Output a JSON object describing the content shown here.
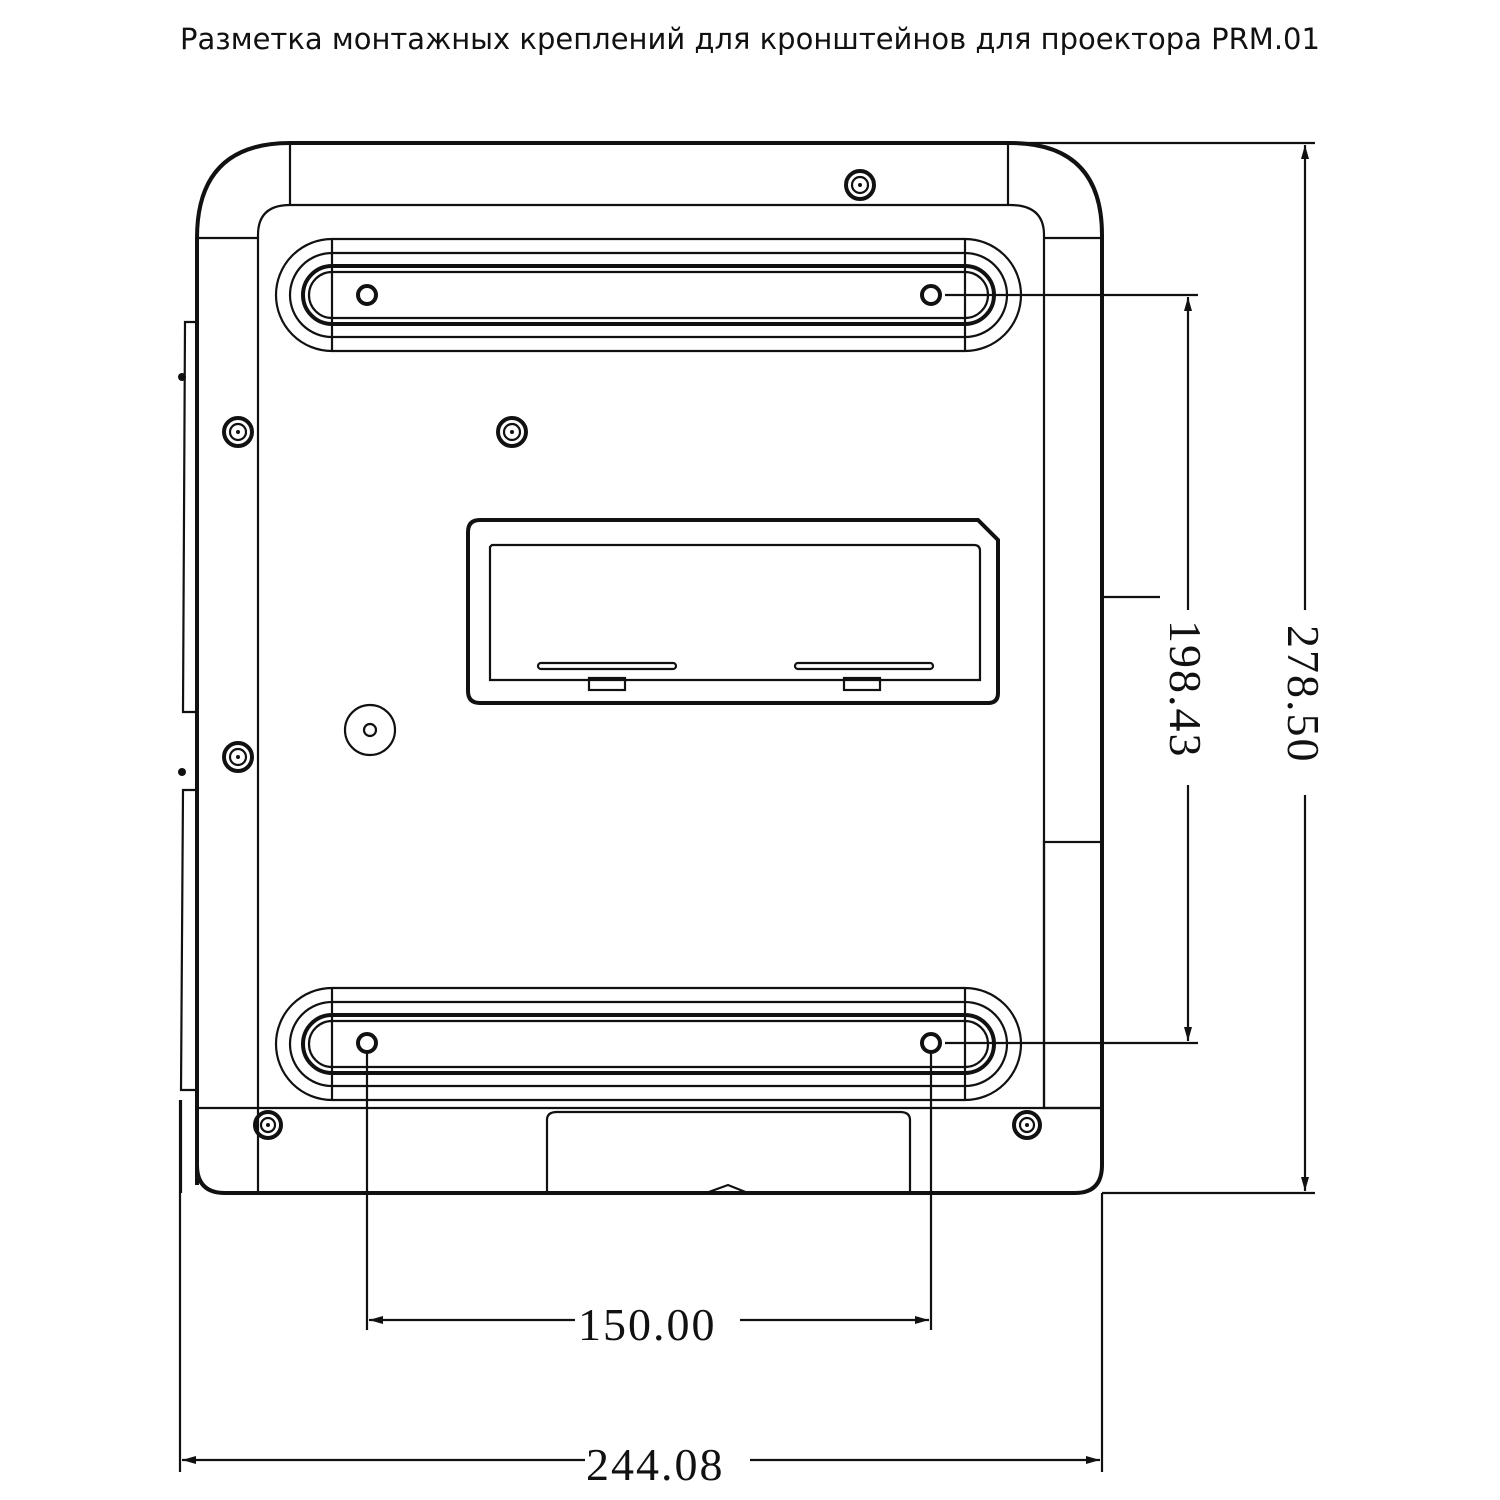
{
  "title": "Разметка монтажных креплений для кронштейнов для проектора PRM.01",
  "dimensions": {
    "total_height": "278.50",
    "hole_vertical_spacing": "198.43",
    "hole_horizontal_spacing": "150.00",
    "total_width": "244.08"
  }
}
